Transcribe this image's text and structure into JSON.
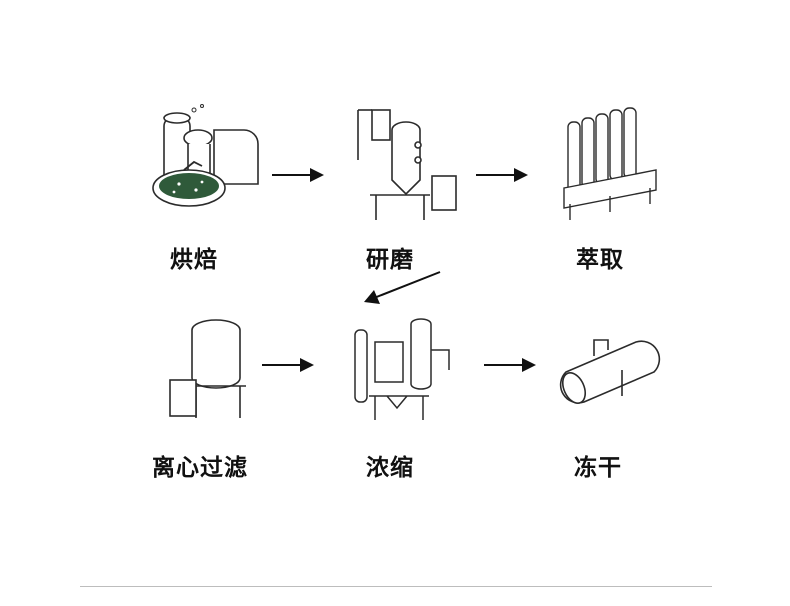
{
  "steps": [
    {
      "label": "烘焙",
      "icon": "roaster-icon"
    },
    {
      "label": "研磨",
      "icon": "grinder-icon"
    },
    {
      "label": "萃取",
      "icon": "extractor-icon"
    },
    {
      "label": "离心过滤",
      "icon": "centrifuge-icon"
    },
    {
      "label": "浓缩",
      "icon": "concentrator-icon"
    },
    {
      "label": "冻干",
      "icon": "freeze-dryer-icon"
    }
  ],
  "colors": {
    "line": "#2b2b2b",
    "accent": "#2f5a3a",
    "fill": "#ffffff"
  }
}
